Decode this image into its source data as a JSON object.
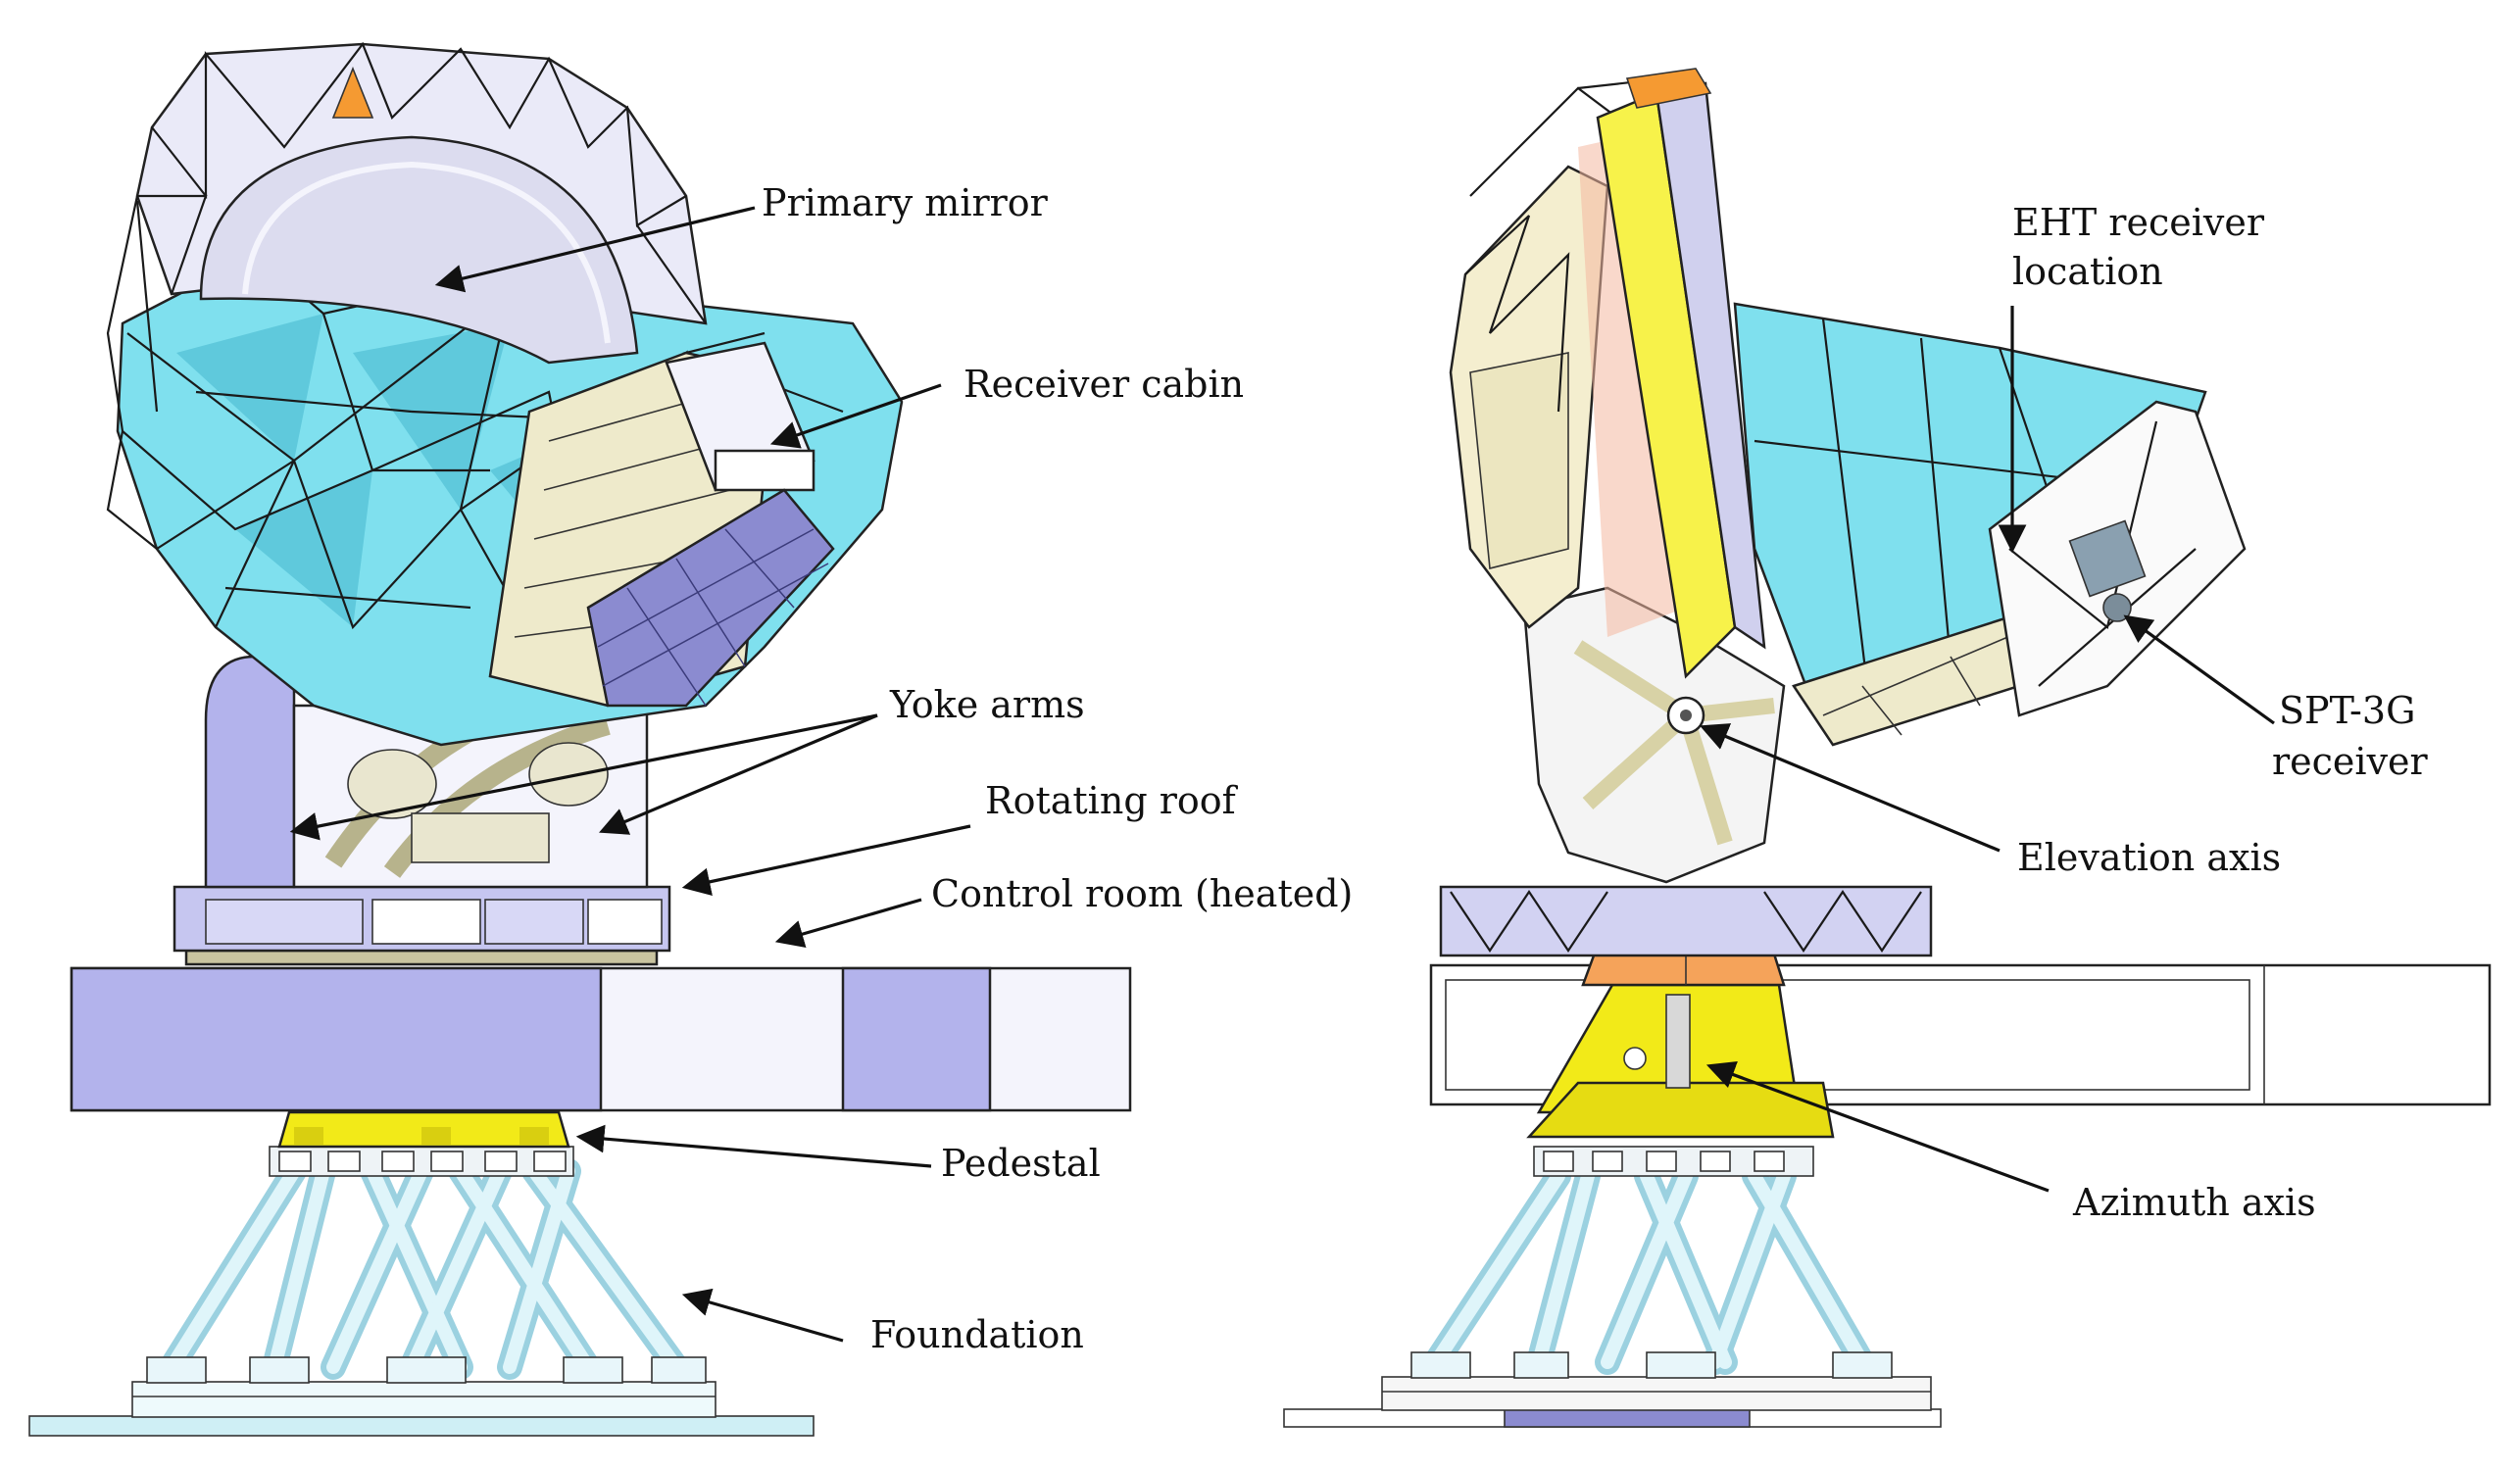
{
  "left_view": {
    "labels": {
      "primary_mirror": "Primary mirror",
      "receiver_cabin": "Receiver cabin",
      "yoke_arms": "Yoke arms",
      "rotating_roof": "Rotating roof",
      "control_room": "Control room (heated)",
      "pedestal": "Pedestal",
      "foundation": "Foundation"
    }
  },
  "right_view": {
    "labels": {
      "eht_receiver_line1": "EHT receiver",
      "eht_receiver_line2": "location",
      "spt3g_line1": "SPT-3G",
      "spt3g_line2": "receiver",
      "elevation_axis": "Elevation axis",
      "azimuth_axis": "Azimuth axis"
    }
  },
  "colors": {
    "control_room": "#b3b3ec",
    "control_room_light": "#f4f4fc",
    "cabin_cyan": "#7fe0ee",
    "mirror": "#dcdcef",
    "pedestal_yellow": "#f2ea18",
    "foundation_leg": "#c9ecf6",
    "cone_orange": "#f5a35a",
    "yoke": "#eeeacb",
    "mirror_yellow": "#f7f24a"
  }
}
